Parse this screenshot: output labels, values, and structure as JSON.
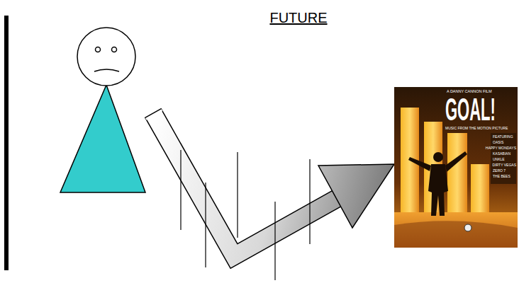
{
  "diagram": {
    "title": "FUTURE",
    "nodes": [
      {
        "text": [
          "A DANNY CANNON FILM",
          "GOAL!",
          "MUSIC FROM THE MOTION PICTURE",
          "FEATURING",
          "OASIS",
          "HAPPY MONDAYS",
          "KASABIAN",
          "UNKLE",
          "DIRTY VEGAS",
          "ZERO 7",
          "THE BEES"
        ]
      }
    ]
  }
}
